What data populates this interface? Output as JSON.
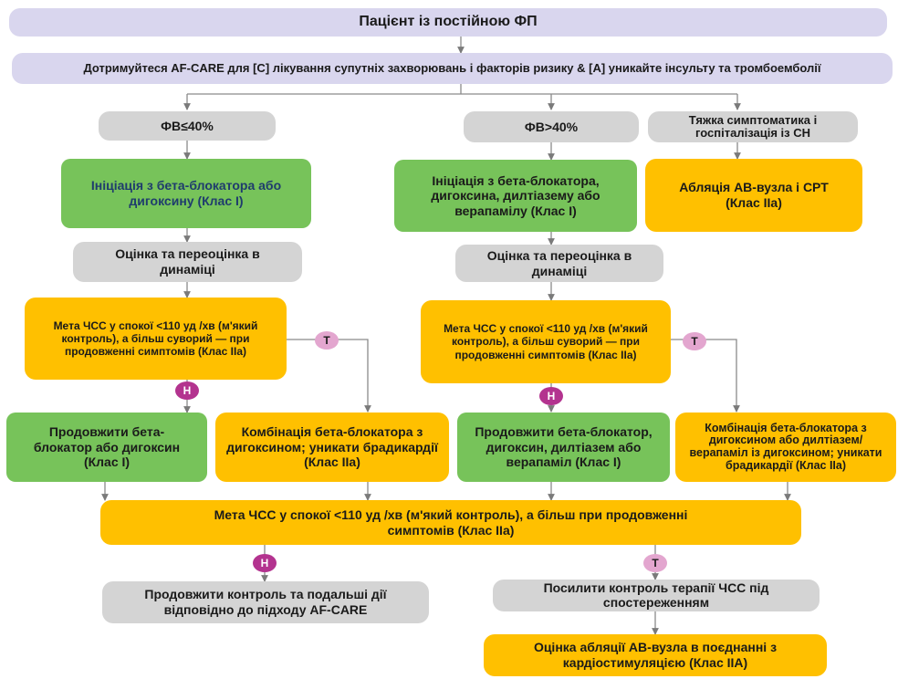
{
  "title": "Пацієнт із постійною ФП",
  "afcare": "Дотримуйтеся AF-CARE для [С] лікування супутніх захворювань і факторів ризику & [A] уникайте інсульту та тромбоемболії",
  "left": {
    "ef": "ФВ≤40%",
    "init": "Ініціація з бета-блокатора або дигоксину (Клас I)",
    "assess": "Оцінка та переоцінка в динаміці",
    "target": "Мета ЧСС у спокої <110 уд /хв (м'який контроль), а більш суворий — при продовженні симптомів (Клас IIa)",
    "continue": "Продовжити бета-блокатор або дигоксин (Клас I)",
    "combo": "Комбінація бета-блокатора з дигоксином; уникати брадикардії (Клас IIa)"
  },
  "mid": {
    "ef": "ФВ>40%",
    "init": "Ініціація з бета-блокатора, дигоксина, дилтіазему або верапамілу (Клас I)",
    "assess": "Оцінка та переоцінка в динаміці",
    "target": "Мета ЧСС у спокої <110 уд /хв (м'який контроль), а більш суворий — при продовженні симптомів (Клас IIa)",
    "continue": "Продовжити бета-блокатор, дигоксин, дилтіазем або верапаміл (Клас I)",
    "combo": "Комбінація бета-блокатора з дигоксином або дилтіазем/верапаміл із дигоксином; уникати брадикардії (Клас IIa)"
  },
  "right": {
    "severe": "Тяжка симптоматика і госпіталізація із СН",
    "ablation": "Абляція АВ-вузла і СРТ (Клас IIa)"
  },
  "bottom": {
    "target": "Мета ЧСС у спокої <110 уд /хв (м'який контроль), а більш при продовженні симптомів (Клас IIa)",
    "continue": "Продовжити контроль та подальші дії відповідно до підходу AF-CARE",
    "intensify": "Посилити контроль терапії ЧСС під спостереженням",
    "ablation": "Оцінка абляції АВ-вузла в поєднанні з кардіостимуляцією (Клас IIA)"
  },
  "badges": {
    "no": "Н",
    "yes": "Т"
  },
  "colors": {
    "lavender": "#d9d6ee",
    "gray": "#d4d4d4",
    "green": "#77c35a",
    "yellow": "#ffc000",
    "badge_no": "#b3338f",
    "badge_yes": "#e3a6cf"
  }
}
